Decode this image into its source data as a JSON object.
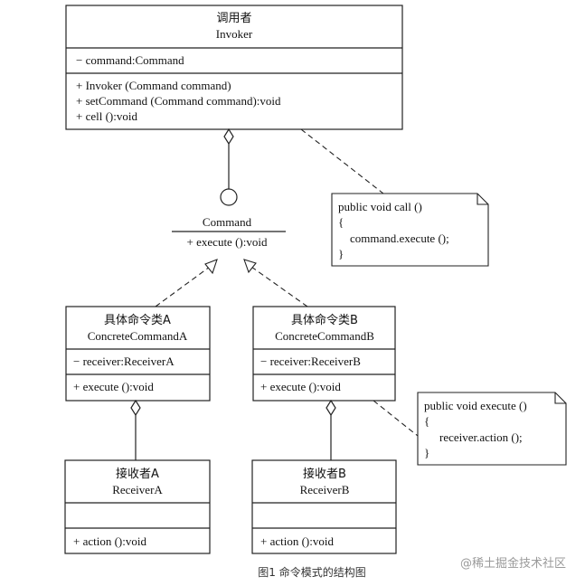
{
  "invoker": {
    "name_cn": "调用者",
    "name_en": "Invoker",
    "attr": "− command:Command",
    "ops": [
      "+ Invoker (Command command)",
      "+ setCommand (Command command):void",
      "+ cell ():void"
    ]
  },
  "command": {
    "name": "Command",
    "op": "+ execute ():void"
  },
  "note_call": {
    "lines": [
      "public void call ()",
      "{",
      "command.execute ();",
      "}"
    ]
  },
  "concrete_a": {
    "name_cn": "具体命令类A",
    "name_en": "ConcreteCommandA",
    "attr": "− receiver:ReceiverA",
    "op": "+ execute ():void"
  },
  "concrete_b": {
    "name_cn": "具体命令类B",
    "name_en": "ConcreteCommandB",
    "attr": "− receiver:ReceiverB",
    "op": "+ execute ():void"
  },
  "note_execute": {
    "lines": [
      "public void execute ()",
      "{",
      "receiver.action ();",
      "}"
    ]
  },
  "receiver_a": {
    "name_cn": "接收者A",
    "name_en": "ReceiverA",
    "op": "+ action ():void"
  },
  "receiver_b": {
    "name_cn": "接收者B",
    "name_en": "ReceiverB",
    "op": "+ action ():void"
  },
  "caption": "图1 命令模式的结构图",
  "watermark": "@稀土掘金技术社区"
}
